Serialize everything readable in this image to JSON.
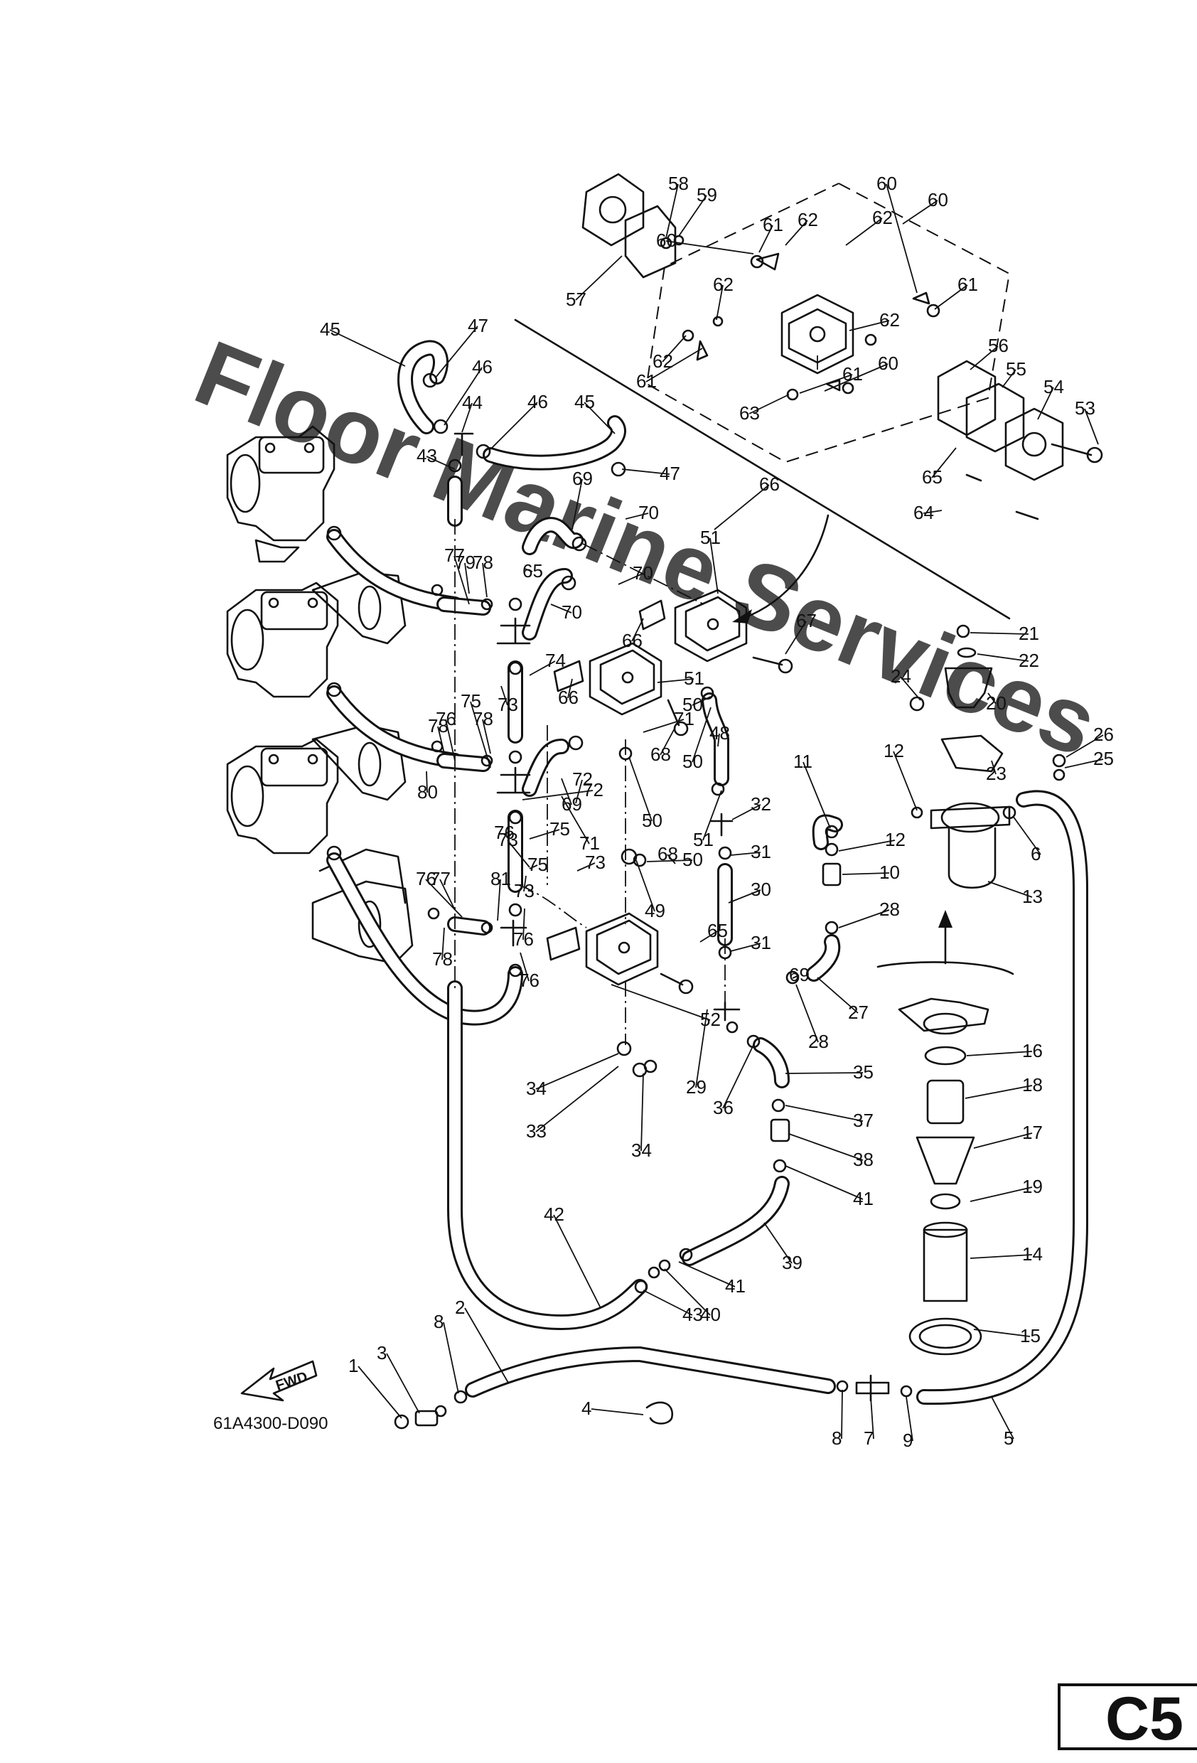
{
  "diagram": {
    "drawing_code": "61A4300-D090",
    "fwd_label": "FWD",
    "page_badge": "C5",
    "watermark": "Floor Marine Services",
    "part_numbers": [
      "1",
      "2",
      "3",
      "4",
      "5",
      "6",
      "7",
      "8",
      "8",
      "9",
      "10",
      "11",
      "12",
      "12",
      "13",
      "14",
      "15",
      "16",
      "17",
      "18",
      "19",
      "20",
      "21",
      "22",
      "23",
      "24",
      "25",
      "26",
      "27",
      "28",
      "28",
      "29",
      "30",
      "31",
      "31",
      "32",
      "33",
      "34",
      "34",
      "35",
      "36",
      "37",
      "38",
      "39",
      "40",
      "41",
      "41",
      "42",
      "43",
      "43",
      "44",
      "45",
      "45",
      "46",
      "46",
      "47",
      "47",
      "48",
      "49",
      "50",
      "50",
      "50",
      "50",
      "51",
      "51",
      "51",
      "52",
      "53",
      "54",
      "55",
      "56",
      "57",
      "58",
      "59",
      "60",
      "60",
      "60",
      "60",
      "61",
      "61",
      "61",
      "61",
      "62",
      "62",
      "62",
      "62",
      "62",
      "63",
      "64",
      "65",
      "65",
      "65",
      "66",
      "66",
      "66",
      "67",
      "68",
      "68",
      "69",
      "69",
      "69",
      "70",
      "70",
      "70",
      "71",
      "71",
      "72",
      "72",
      "73",
      "73",
      "73",
      "73",
      "74",
      "75",
      "75",
      "75",
      "76",
      "76",
      "76",
      "76",
      "76",
      "77",
      "77",
      "78",
      "78",
      "78",
      "78",
      "79",
      "80",
      "81"
    ]
  }
}
